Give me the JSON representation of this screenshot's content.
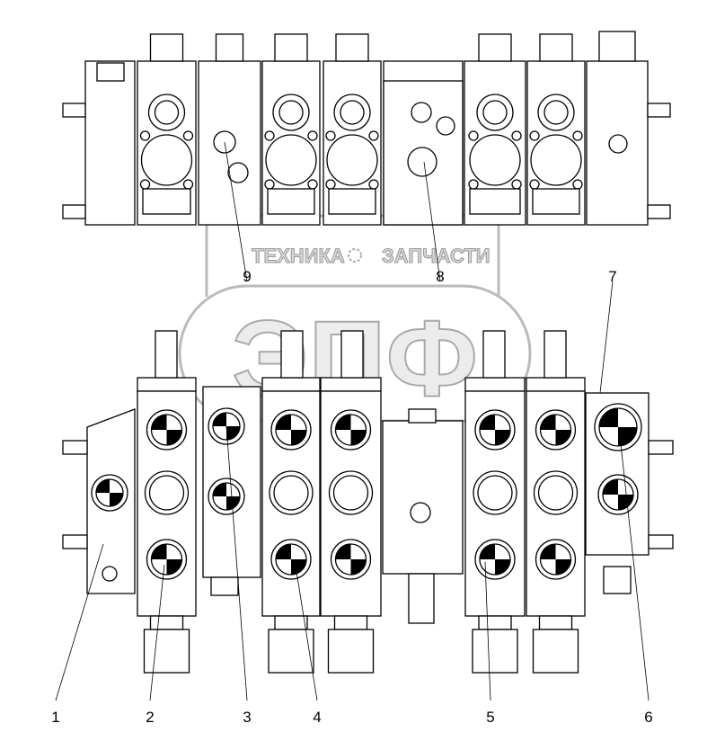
{
  "watermark": {
    "left_text": "ТЕХНИКА",
    "right_text": "ЗАПЧАСТИ",
    "logo_letters": "ЭПФ",
    "gear": "gear-icon"
  },
  "callouts": [
    {
      "label": "1"
    },
    {
      "label": "2"
    },
    {
      "label": "3"
    },
    {
      "label": "4"
    },
    {
      "label": "5"
    },
    {
      "label": "6"
    },
    {
      "label": "7"
    },
    {
      "label": "8"
    },
    {
      "label": "9"
    }
  ]
}
